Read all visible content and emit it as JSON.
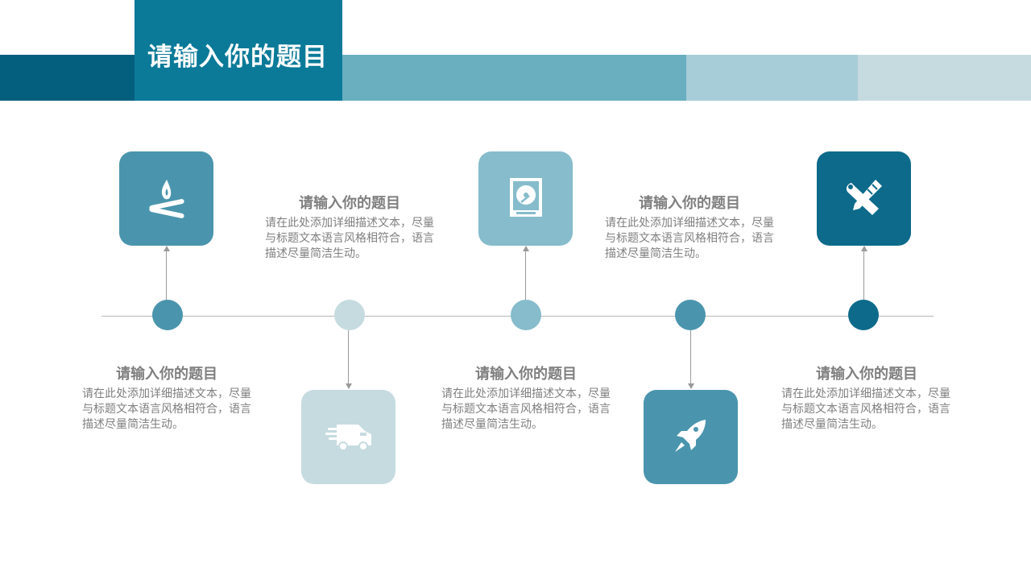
{
  "header": {
    "title": "请输入你的题目",
    "colors": [
      "#035f7d",
      "#0b7a98",
      "#69afc0",
      "#a7cdd8",
      "#c5dbe0"
    ]
  },
  "items": [
    {
      "title": "请输入你的题目",
      "desc": "请在此处添加详细描述文本，尽量与标题文本语言风格相符合，语言描述尽量简洁生动。",
      "icon": "campfire-icon",
      "color": "#4a95ad"
    },
    {
      "title": "请输入你的题目",
      "desc": "请在此处添加详细描述文本，尽量与标题文本语言风格相符合，语言描述尽量简洁生动。",
      "icon": "delivery-truck-icon",
      "color": "#c5dbe0"
    },
    {
      "title": "请输入你的题目",
      "desc": "请在此处添加详细描述文本，尽量与标题文本语言风格相符合，语言描述尽量简洁生动。",
      "icon": "hard-drive-icon",
      "color": "#86bccb"
    },
    {
      "title": "请输入你的题目",
      "desc": "请在此处添加详细描述文本，尽量与标题文本语言风格相符合，语言描述尽量简洁生动。",
      "icon": "rocket-icon",
      "color": "#4a95ad"
    },
    {
      "title": "请输入你的题目",
      "desc": "请在此处添加详细描述文本，尽量与标题文本语言风格相符合，语言描述尽量简洁生动。",
      "icon": "tools-icon",
      "color": "#0d6a8a"
    }
  ]
}
